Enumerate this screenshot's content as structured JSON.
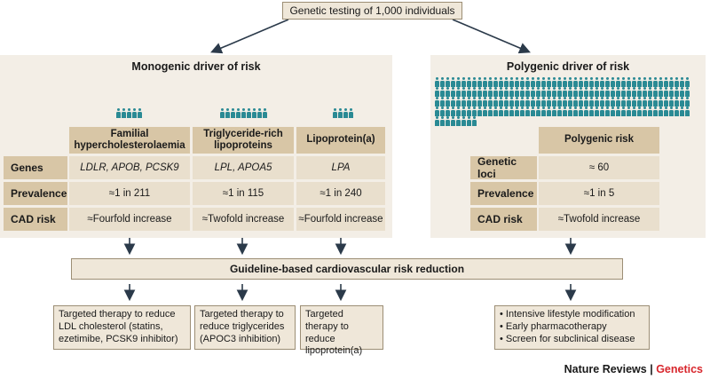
{
  "top_box": "Genetic testing of 1,000 individuals",
  "monogenic": {
    "title": "Monogenic driver of risk",
    "columns": [
      {
        "header": "Familial hypercholesterolaemia",
        "people": 5
      },
      {
        "header": "Triglyceride-rich lipoproteins",
        "people": 9
      },
      {
        "header": "Lipoprotein(a)",
        "people": 4
      }
    ],
    "rows": [
      {
        "label": "Genes",
        "cells": [
          "LDLR, APOB, PCSK9",
          "LPL, APOA5",
          "LPA"
        ]
      },
      {
        "label": "Prevalence",
        "cells": [
          "≈1 in 211",
          "≈1 in 115",
          "≈1 in 240"
        ]
      },
      {
        "label": "CAD risk",
        "cells": [
          "≈Fourfold increase",
          "≈Twofold increase",
          "≈Fourfold increase"
        ]
      }
    ]
  },
  "polygenic": {
    "title": "Polygenic driver of risk",
    "header": "Polygenic risk",
    "people": 200,
    "rows": [
      {
        "label": "Genetic loci",
        "value": "≈ 60"
      },
      {
        "label": "Prevalence",
        "value": "≈1 in 5"
      },
      {
        "label": "CAD risk",
        "value": "≈Twofold increase"
      }
    ]
  },
  "guideline_box": "Guideline-based cardiovascular risk reduction",
  "therapies": [
    "Targeted therapy to reduce LDL cholesterol (statins, ezetimibe, PCSK9 inhibitor)",
    "Targeted therapy to reduce triglycerides (APOC3 inhibition)",
    "Targeted therapy to reduce lipoprotein(a)"
  ],
  "polygenic_therapy": [
    "Intensive lifestyle modification",
    "Early pharmacotherapy",
    "Screen for subclinical disease"
  ],
  "credit": {
    "journal": "Nature Reviews",
    "separator": " | ",
    "section": "Genetics"
  },
  "colors": {
    "people": "#2a8a94",
    "header": "#d8c6a6",
    "cell": "#e9dfcd",
    "panel": "#f3eee6",
    "section": "#d8262c"
  }
}
